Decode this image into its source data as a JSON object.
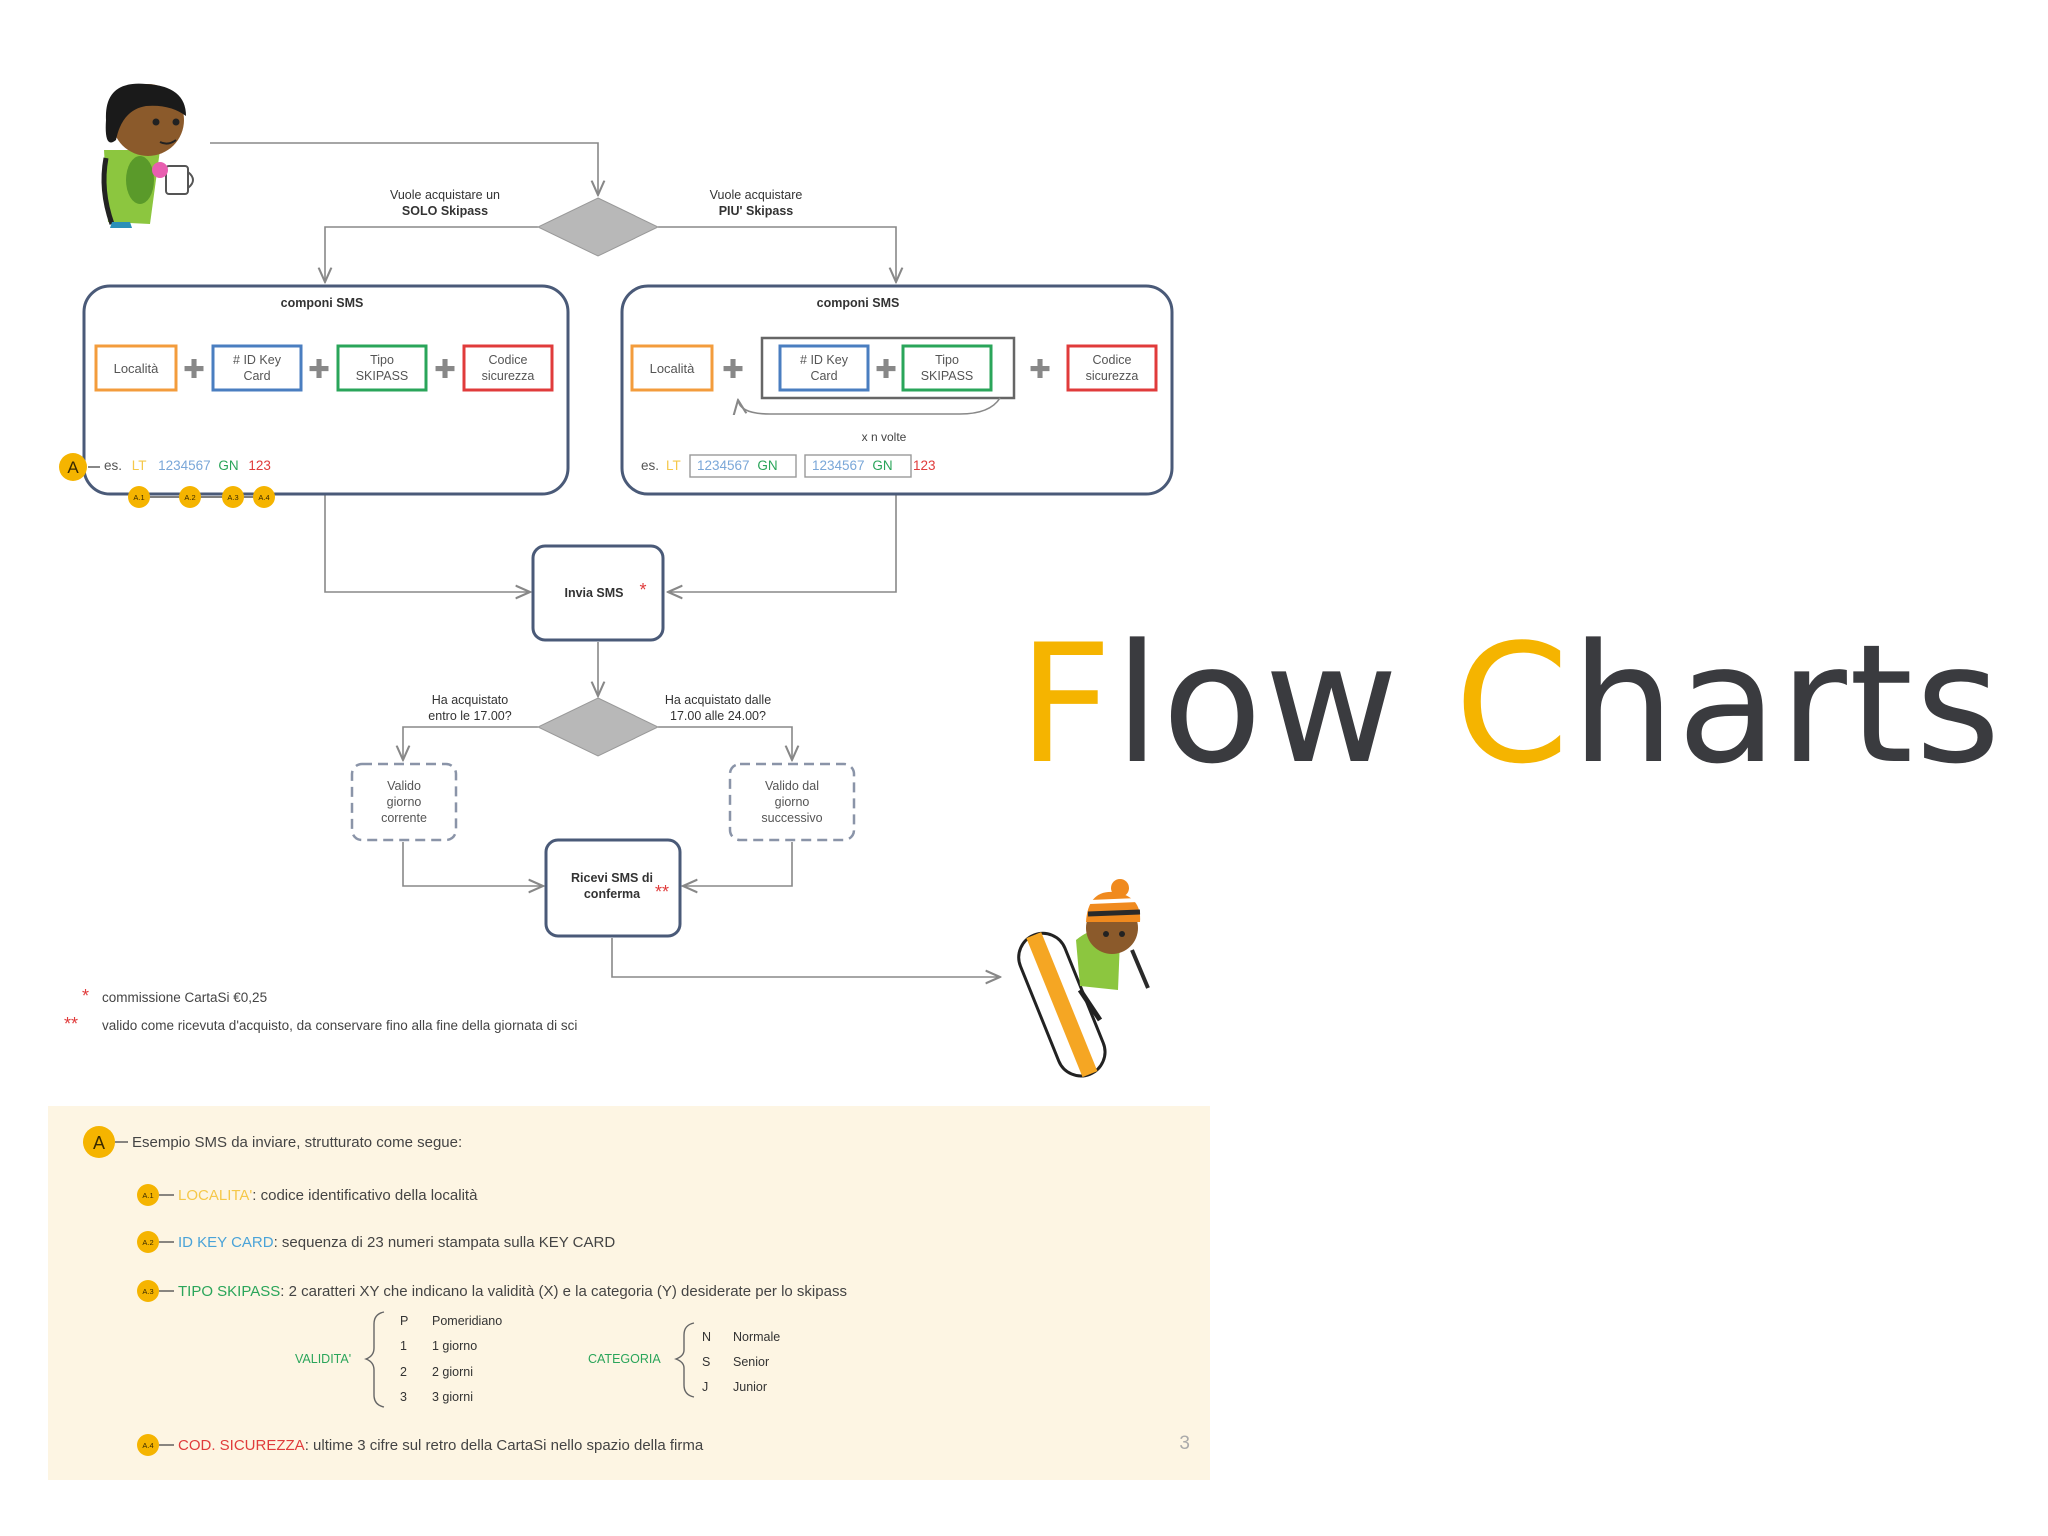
{
  "title": {
    "accent1": "F",
    "part1": "low ",
    "accent2": "C",
    "part2": "harts"
  },
  "colors": {
    "title_dark": "#3a3b3f",
    "accent_yellow": "#f5b400",
    "localita": "#f39c3c",
    "idkey": "#4a7ec0",
    "tipo": "#2aa55a",
    "codice": "#e03b3b",
    "box_border": "#4a5a78",
    "diamond": "#b8b8b8",
    "legend_bg": "#fdf5e3"
  },
  "flow": {
    "q_single": [
      "Vuole acquistare un",
      "SOLO Skipass"
    ],
    "q_multi": [
      "Vuole acquistare",
      "PIU' Skipass"
    ],
    "compose_label": "componi SMS",
    "localita": "Località",
    "idkey": [
      "# ID Key",
      "Card"
    ],
    "tipo": [
      "Tipo",
      "SKIPASS"
    ],
    "codice": [
      "Codice",
      "sicurezza"
    ],
    "plus": "✚",
    "n_times": "x n volte",
    "example_prefix": "es.",
    "ex_localita": "LT",
    "ex_idkey": "1234567",
    "ex_tipo": "GN",
    "ex_codice": "123",
    "marker_main": "A",
    "markers_sub": [
      "A.1",
      "A.2",
      "A.3",
      "A.4"
    ],
    "send_sms": "Invia SMS",
    "star_one": "*",
    "star_two": "**",
    "q_before": [
      "Ha acquistato",
      "entro le 17.00?"
    ],
    "q_after": [
      "Ha acquistato dalle",
      "17.00 alle 24.00?"
    ],
    "valid_today": [
      "Valido",
      "giorno",
      "corrente"
    ],
    "valid_next": [
      "Valido dal",
      "giorno",
      "successivo"
    ],
    "receive_sms": [
      "Ricevi SMS di",
      "conferma"
    ]
  },
  "footnotes": {
    "note1": "commissione CartaSi €0,25",
    "note2": "valido come ricevuta d'acquisto, da conservare fino alla fine della giornata di sci"
  },
  "legend": {
    "heading": "Esempio SMS da inviare, strutturato come segue:",
    "a1_key": "LOCALITA'",
    "a1_text": ": codice identificativo della località",
    "a2_key": "ID KEY CARD",
    "a2_text": ": sequenza di 23 numeri  stampata sulla KEY CARD",
    "a3_key": "TIPO SKIPASS",
    "a3_text": ": 2 caratteri XY che indicano la validità (X) e la categoria (Y) desiderate per lo skipass",
    "validita_label": "VALIDITA'",
    "validita": [
      {
        "code": "P",
        "label": "Pomeridiano"
      },
      {
        "code": "1",
        "label": "1 giorno"
      },
      {
        "code": "2",
        "label": "2 giorni"
      },
      {
        "code": "3",
        "label": "3 giorni"
      }
    ],
    "categoria_label": "CATEGORIA",
    "categoria": [
      {
        "code": "N",
        "label": "Normale"
      },
      {
        "code": "S",
        "label": "Senior"
      },
      {
        "code": "J",
        "label": "Junior"
      }
    ],
    "a4_key": "COD. SICUREZZA",
    "a4_text": ": ultime 3 cifre sul retro della CartaSi  nello spazio della firma",
    "page_number": "3"
  }
}
